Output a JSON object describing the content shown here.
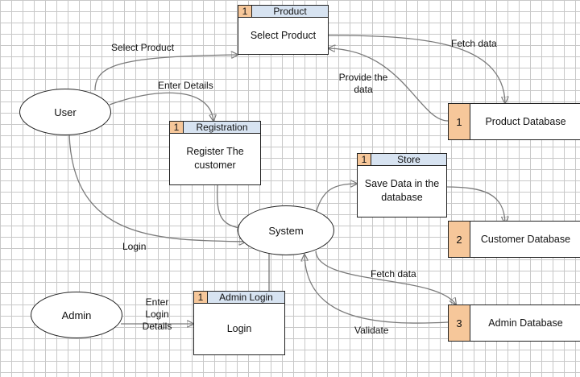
{
  "entities": {
    "user": "User",
    "admin": "Admin",
    "system": "System"
  },
  "processes": {
    "product": {
      "id": "1",
      "name": "Product",
      "body": "Select Product"
    },
    "registration": {
      "id": "1",
      "name": "Registration",
      "body": "Register The customer"
    },
    "store": {
      "id": "1",
      "name": "Store",
      "body": "Save Data in the database"
    },
    "admin_login": {
      "id": "1",
      "name": "Admin Login",
      "body": "Login"
    }
  },
  "data_stores": {
    "product_db": {
      "id": "1",
      "name": "Product Database"
    },
    "customer_db": {
      "id": "2",
      "name": "Customer Database"
    },
    "admin_db": {
      "id": "3",
      "name": "Admin Database"
    }
  },
  "flows": {
    "select_product": "Select Product",
    "enter_details": "Enter Details",
    "fetch_data_top": "Fetch data",
    "provide_data": "Provide the data",
    "login": "Login",
    "enter_login_details": "Enter Login Details",
    "fetch_data_bottom": "Fetch data",
    "validate": "Validate"
  },
  "colors": {
    "id_cell": "#f6c79a",
    "header": "#d7e3f1",
    "arrow": "#7a7a7a",
    "grid": "#c8c8c8"
  }
}
